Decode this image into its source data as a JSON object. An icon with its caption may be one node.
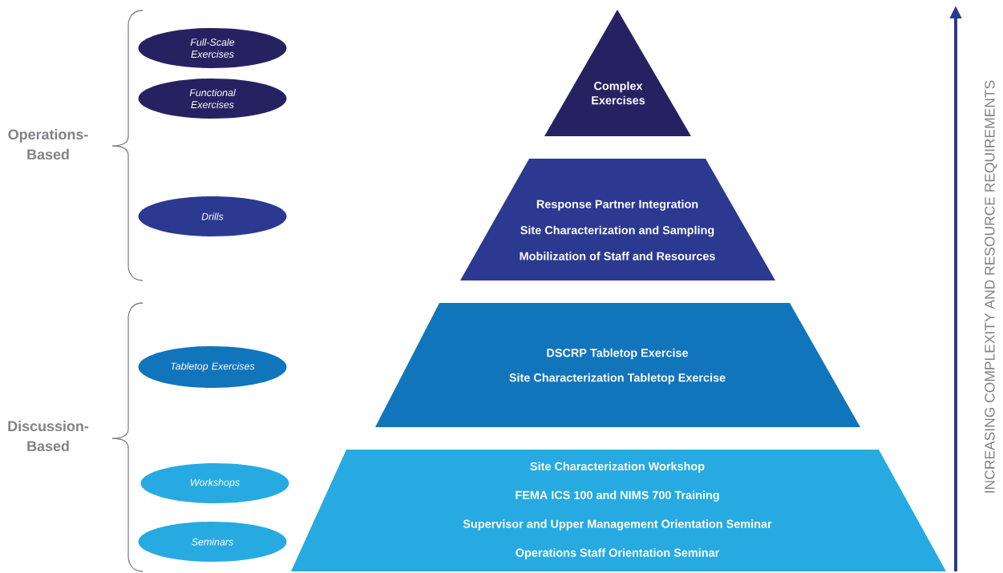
{
  "diagram": {
    "nodes": [
      {
        "text": [
          "Complex Exercises"
        ]
      },
      {
        "text": [
          "Response Partner Integration",
          "Site Characterization and Sampling",
          "Mobilization of Staff and Resources"
        ]
      },
      {
        "text": [
          "DSCRP Tabletop Exercise",
          "Site Characterization Tabletop Exercise"
        ]
      },
      {
        "text": [
          "Site Characterization Workshop",
          "FEMA ICS 100 and NIMS 700 Training",
          "Supervisor and Upper Management Orientation Seminar",
          "Operations Staff Orientation Seminar"
        ]
      },
      {
        "text": [
          "Full-Scale Exercises"
        ]
      },
      {
        "text": [
          "Functional Exercises"
        ]
      },
      {
        "text": [
          "Drills"
        ]
      },
      {
        "text": [
          "Tabletop Exercises"
        ]
      },
      {
        "text": [
          "Workshops"
        ]
      },
      {
        "text": [
          "Seminars"
        ]
      }
    ],
    "labels": [
      "Operations-Based",
      "Discussion-Based",
      "INCREASING COMPLEXITY AND RESOURCE REQUIREMENTS"
    ]
  }
}
